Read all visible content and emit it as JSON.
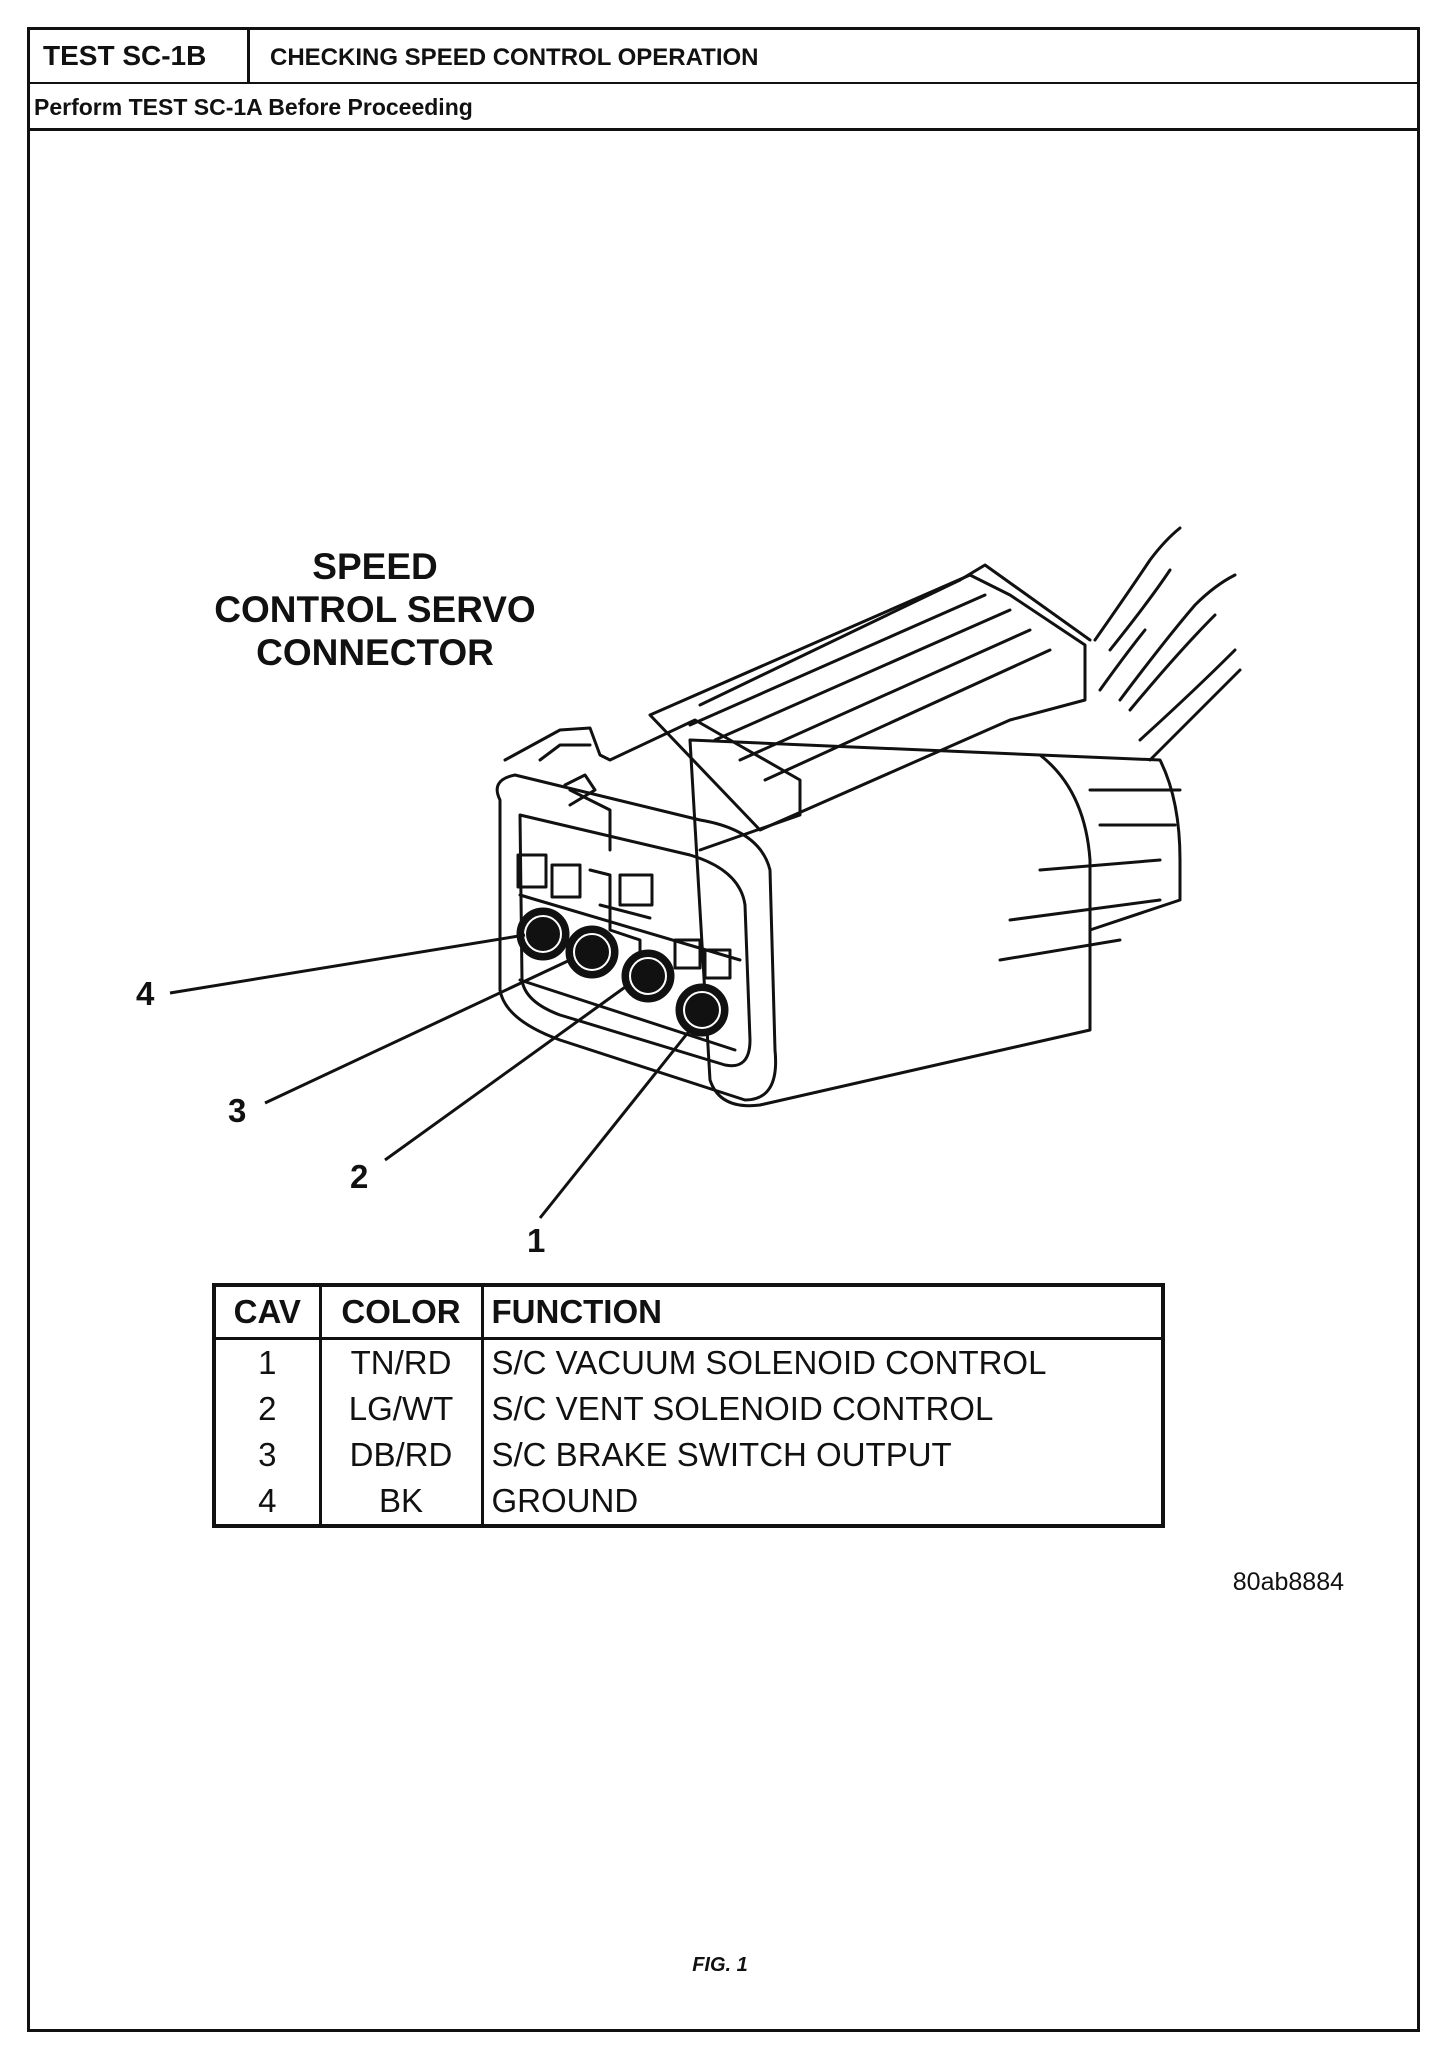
{
  "header": {
    "test_id": "TEST SC-1B",
    "test_title": "CHECKING SPEED CONTROL OPERATION",
    "instruction": "Perform TEST SC-1A Before Proceeding"
  },
  "figure": {
    "title_lines": [
      "SPEED",
      "CONTROL SERVO",
      "CONNECTOR"
    ],
    "callouts": [
      "4",
      "3",
      "2",
      "1"
    ],
    "code": "80ab8884",
    "caption": "FIG. 1"
  },
  "pin_table": {
    "headers": [
      "CAV",
      "COLOR",
      "FUNCTION"
    ],
    "rows": [
      {
        "cav": "1",
        "color": "TN/RD",
        "function": "S/C VACUUM SOLENOID CONTROL"
      },
      {
        "cav": "2",
        "color": "LG/WT",
        "function": "S/C VENT SOLENOID CONTROL"
      },
      {
        "cav": "3",
        "color": "DB/RD",
        "function": "S/C BRAKE SWITCH OUTPUT"
      },
      {
        "cav": "4",
        "color": "BK",
        "function": "GROUND"
      }
    ]
  }
}
